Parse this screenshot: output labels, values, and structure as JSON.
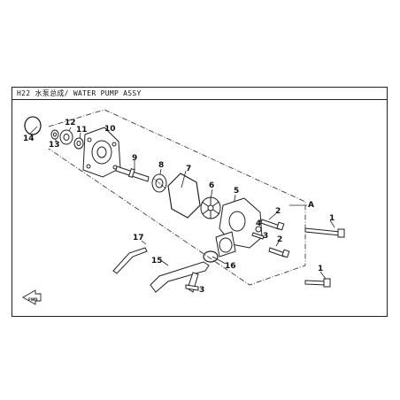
{
  "diagram": {
    "title": "H22 水泵总成/ WATER PUMP ASSY",
    "fwd_label": "FWD",
    "callouts": {
      "c1a": "1",
      "c1b": "1",
      "c2a": "2",
      "c2b": "2",
      "c3a": "3",
      "c3b": "3",
      "c4": "4",
      "c5": "5",
      "c6": "6",
      "c7": "7",
      "c8": "8",
      "c9": "9",
      "c10": "10",
      "c11": "11",
      "c12": "12",
      "c13": "13",
      "c14": "14",
      "c15": "15",
      "c16": "16",
      "c17": "17",
      "cA": "A"
    }
  }
}
